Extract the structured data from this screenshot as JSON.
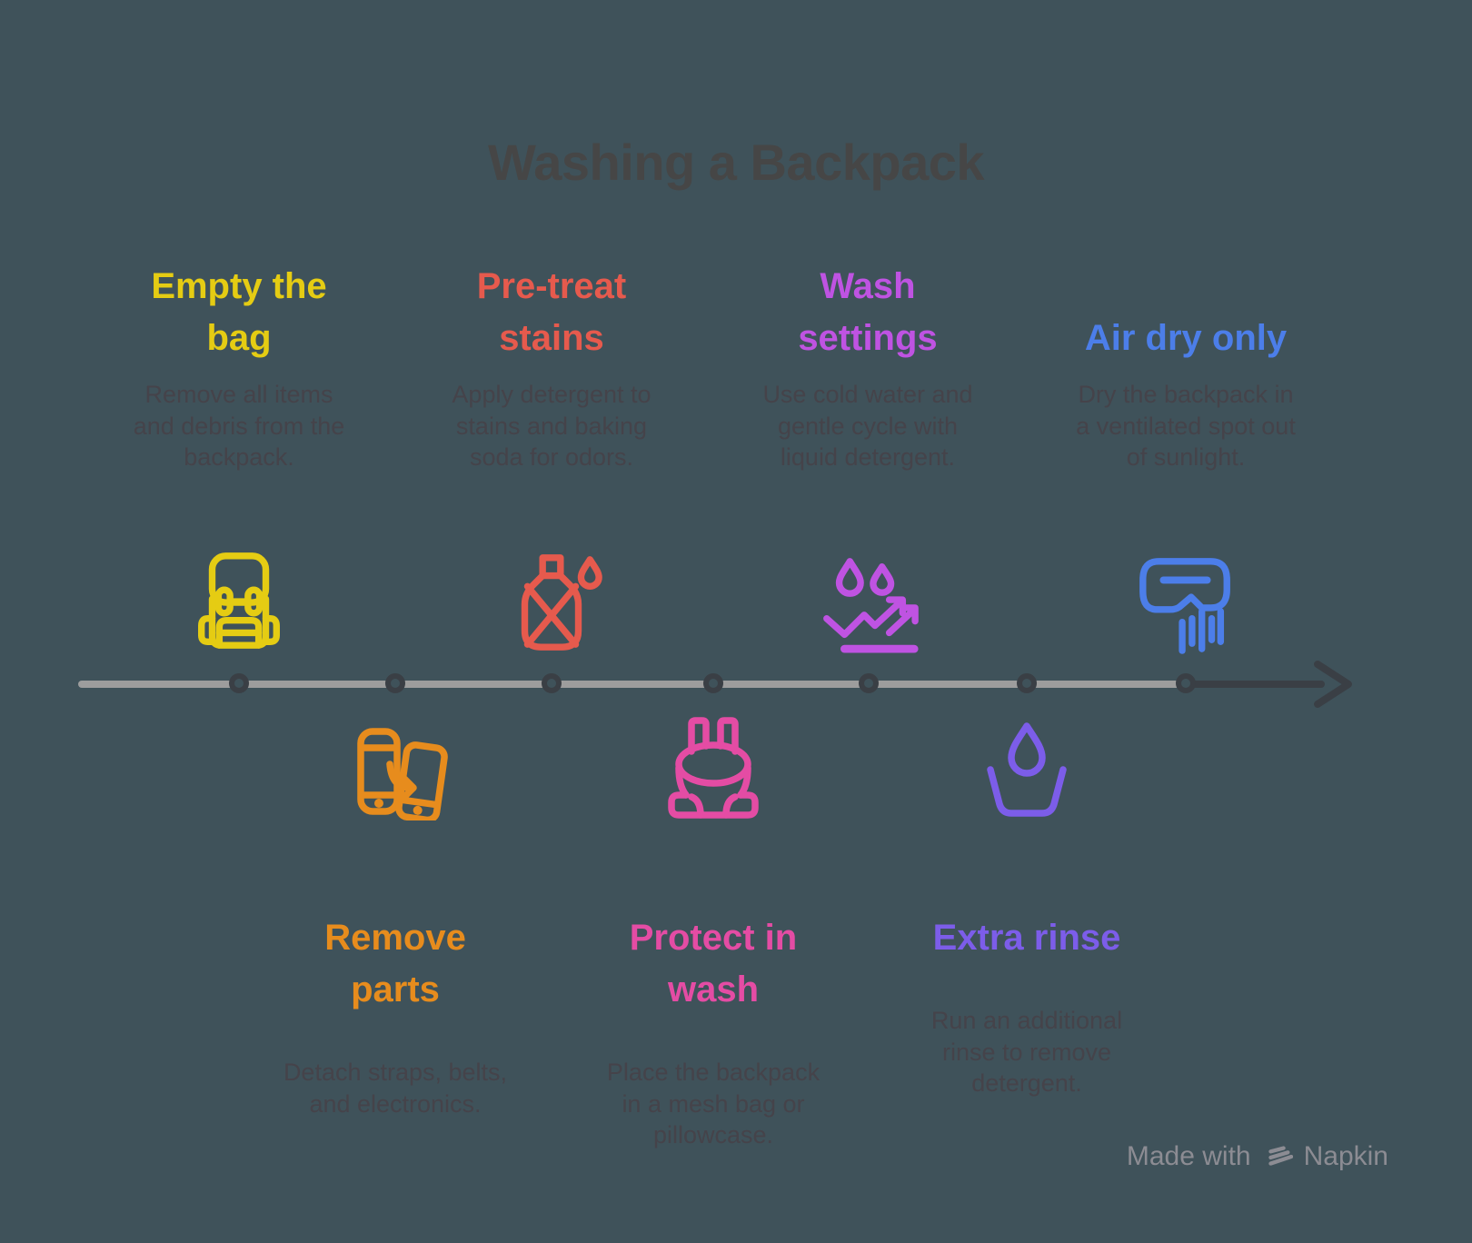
{
  "page": {
    "background": "#3F525A",
    "title": "Washing a Backpack",
    "title_color": "#464646",
    "description_color": "#45434A"
  },
  "timeline": {
    "line_color": "#9D9D9D",
    "arrow_color": "#3A3F45",
    "dot_color": "#3A3F45"
  },
  "steps": [
    {
      "label": "Empty the bag",
      "position": "top",
      "color": "#E5CC13",
      "icon": "backpack-icon",
      "heading_lines": [
        "Empty the",
        "bag"
      ],
      "lines": [
        "Remove all items",
        "and debris from the",
        "backpack."
      ]
    },
    {
      "label": "Remove parts",
      "position": "bottom",
      "color": "#E78C1D",
      "icon": "phone-transfer-icon",
      "heading_lines": [
        "Remove",
        "parts"
      ],
      "lines": [
        "Detach straps, belts,",
        "and electronics."
      ]
    },
    {
      "label": "Pre-treat stains",
      "position": "top",
      "color": "#E65A4D",
      "icon": "detergent-bottle-icon",
      "heading_lines": [
        "Pre-treat",
        "stains"
      ],
      "lines": [
        "Apply detergent to",
        "stains and baking",
        "soda for odors."
      ]
    },
    {
      "label": "Protect in wash",
      "position": "bottom",
      "color": "#E44CA4",
      "icon": "backpack-harness-icon",
      "heading_lines": [
        "Protect in",
        "wash"
      ],
      "lines": [
        "Place the backpack",
        "in a mesh bag or",
        "pillowcase."
      ]
    },
    {
      "label": "Wash settings",
      "position": "top",
      "color": "#BF53E2",
      "icon": "water-repel-icon",
      "heading_lines": [
        "Wash",
        "settings"
      ],
      "lines": [
        "Use cold water and",
        "gentle cycle with",
        "liquid detergent."
      ]
    },
    {
      "label": "Extra rinse",
      "position": "bottom",
      "color": "#7C5DE9",
      "icon": "rinse-basin-icon",
      "heading_lines": [
        "Extra rinse"
      ],
      "lines": [
        "Run an additional",
        "rinse to remove",
        "detergent."
      ]
    },
    {
      "label": "Air dry only",
      "position": "top",
      "color": "#4C7EE9",
      "icon": "air-dry-icon",
      "heading_lines": [
        "Air dry only"
      ],
      "lines": [
        "Dry the backpack in",
        "a ventilated spot out",
        "of sunlight."
      ]
    }
  ],
  "footer": {
    "made_with": "Made with",
    "brand": "Napkin",
    "color": "#8C8C93"
  }
}
